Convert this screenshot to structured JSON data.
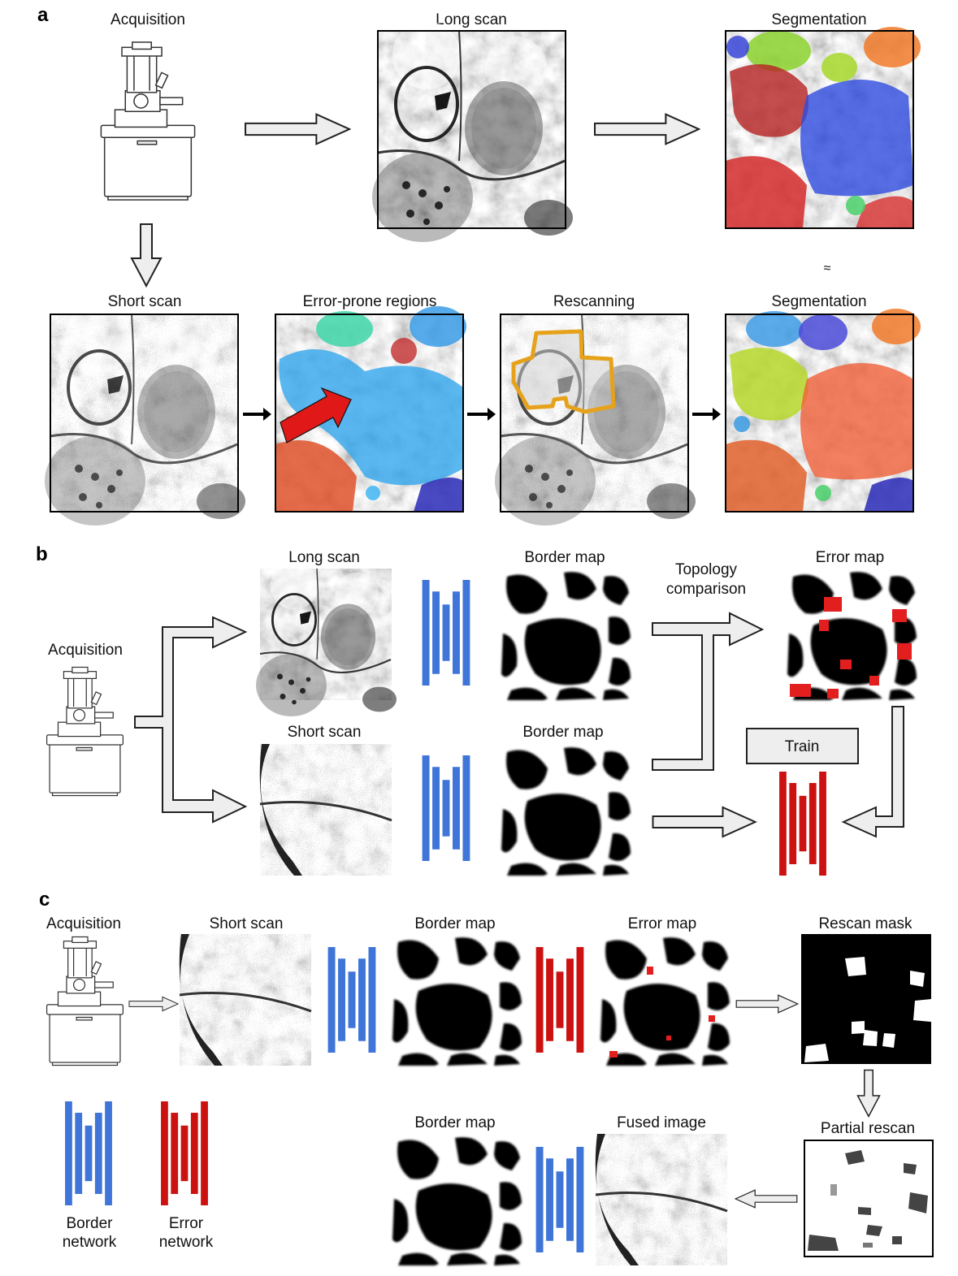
{
  "panels": {
    "a": {
      "letter": "a",
      "acquisition": "Acquisition",
      "long_scan": "Long scan",
      "segmentation_top": "Segmentation",
      "approx": "≈",
      "short_scan": "Short scan",
      "error_prone": "Error-prone regions",
      "rescanning": "Rescanning",
      "segmentation_bottom": "Segmentation"
    },
    "b": {
      "letter": "b",
      "acquisition": "Acquisition",
      "long_scan": "Long scan",
      "border_map_top": "Border map",
      "topology_line1": "Topology",
      "topology_line2": "comparison",
      "error_map": "Error map",
      "short_scan": "Short scan",
      "border_map_bottom": "Border map",
      "train": "Train"
    },
    "c": {
      "letter": "c",
      "acquisition": "Acquisition",
      "short_scan": "Short scan",
      "border_map": "Border map",
      "error_map": "Error map",
      "rescan_mask": "Rescan mask",
      "partial_rescan": "Partial rescan",
      "fused_image": "Fused image",
      "border_map_2": "Border map",
      "legend_border_line1": "Border",
      "legend_border_line2": "network",
      "legend_error_line1": "Error",
      "legend_error_line2": "network"
    }
  },
  "colors": {
    "border_network": "#3f74d8",
    "error_network": "#cc1111",
    "rescan_outline": "#e6a21a",
    "error_arrow": "#e01818",
    "arrow_fill": "#eeeeee"
  }
}
